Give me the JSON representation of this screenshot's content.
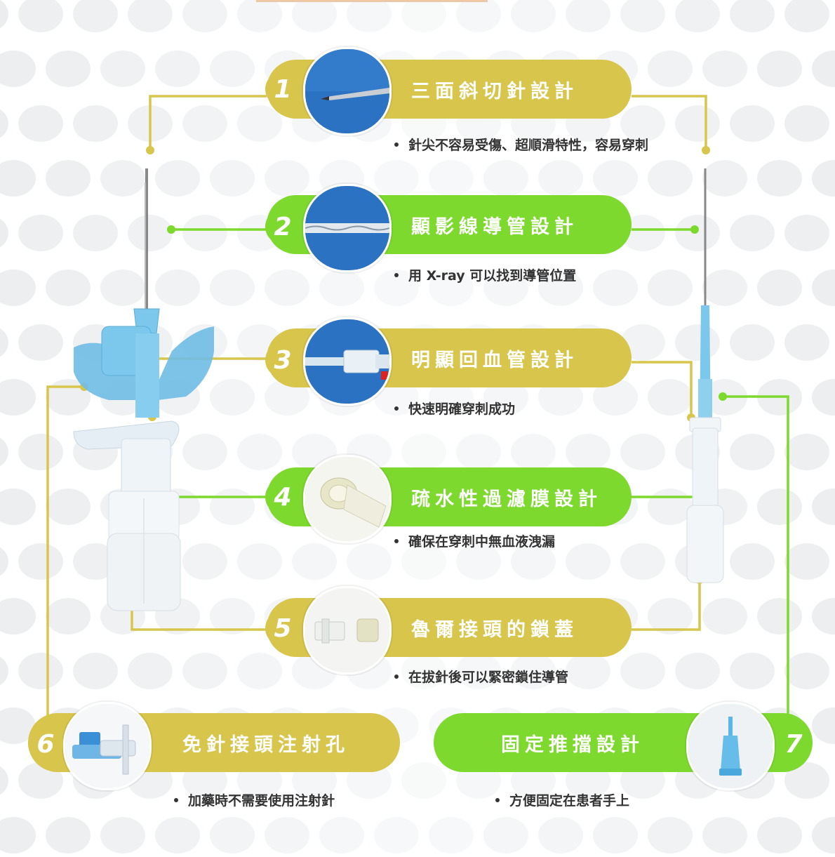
{
  "colors": {
    "yellow": "#d8c54c",
    "green": "#7dd92e",
    "device_blue": "#6fc3ea",
    "text": "#333333"
  },
  "features": [
    {
      "number": "1",
      "title": "三面斜切針設計",
      "description": "針尖不容易受傷、超順滑特性，容易穿刺",
      "color": "yellow",
      "photo": "needle-tip-photo"
    },
    {
      "number": "2",
      "title": "顯影線導管設計",
      "description": "用 X-ray 可以找到導管位置",
      "color": "green",
      "photo": "catheter-line-photo"
    },
    {
      "number": "3",
      "title": "明顯回血管設計",
      "description": "快速明確穿刺成功",
      "color": "yellow",
      "photo": "flashback-chamber-photo"
    },
    {
      "number": "4",
      "title": "疏水性過濾膜設計",
      "description": "確保在穿刺中無血液洩漏",
      "color": "green",
      "photo": "filter-membrane-photo"
    },
    {
      "number": "5",
      "title": "魯爾接頭的鎖蓋",
      "description": "在拔針後可以緊密鎖住導管",
      "color": "yellow",
      "photo": "luer-lock-cap-photo"
    },
    {
      "number": "6",
      "title": "免針接頭注射孔",
      "description": "加藥時不需要使用注射針",
      "color": "yellow",
      "photo": "needleless-port-photo"
    },
    {
      "number": "7",
      "title": "固定推擋設計",
      "description": "方便固定在患者手上",
      "color": "green",
      "photo": "fixation-stop-photo"
    }
  ]
}
